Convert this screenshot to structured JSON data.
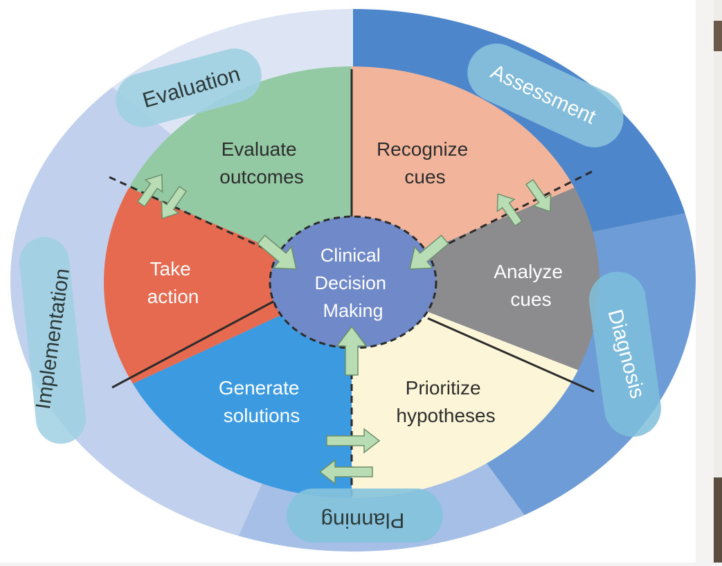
{
  "center_label": [
    "Clinical",
    "Decision",
    "Making"
  ],
  "segments": [
    {
      "id": "evaluate",
      "lines": [
        "Evaluate",
        "outcomes"
      ],
      "color": "#93c9a3"
    },
    {
      "id": "recognize",
      "lines": [
        "Recognize",
        "cues"
      ],
      "color": "#f2b59c"
    },
    {
      "id": "analyze",
      "lines": [
        "Analyze",
        "cues"
      ],
      "color": "#8c8c8e"
    },
    {
      "id": "prioritize",
      "lines": [
        "Prioritize",
        "hypotheses"
      ],
      "color": "#fdf5d7"
    },
    {
      "id": "generate",
      "lines": [
        "Generate",
        "solutions"
      ],
      "color": "#3b9ae0"
    },
    {
      "id": "take-action",
      "lines": [
        "Take",
        "action"
      ],
      "color": "#e56a4f"
    }
  ],
  "phases": {
    "evaluation": "Evaluation",
    "assessment": "Assessment",
    "diagnosis": "Diagnosis",
    "planning": "Planning",
    "implementation": "Implementation"
  },
  "colors": {
    "outer_ring_light": "#c4d3ee",
    "outer_ring_dark": "#4f86cc",
    "phase_pill": "#9ccfe0",
    "center": "#6b86c8",
    "arrow": "#b7dcb3"
  }
}
